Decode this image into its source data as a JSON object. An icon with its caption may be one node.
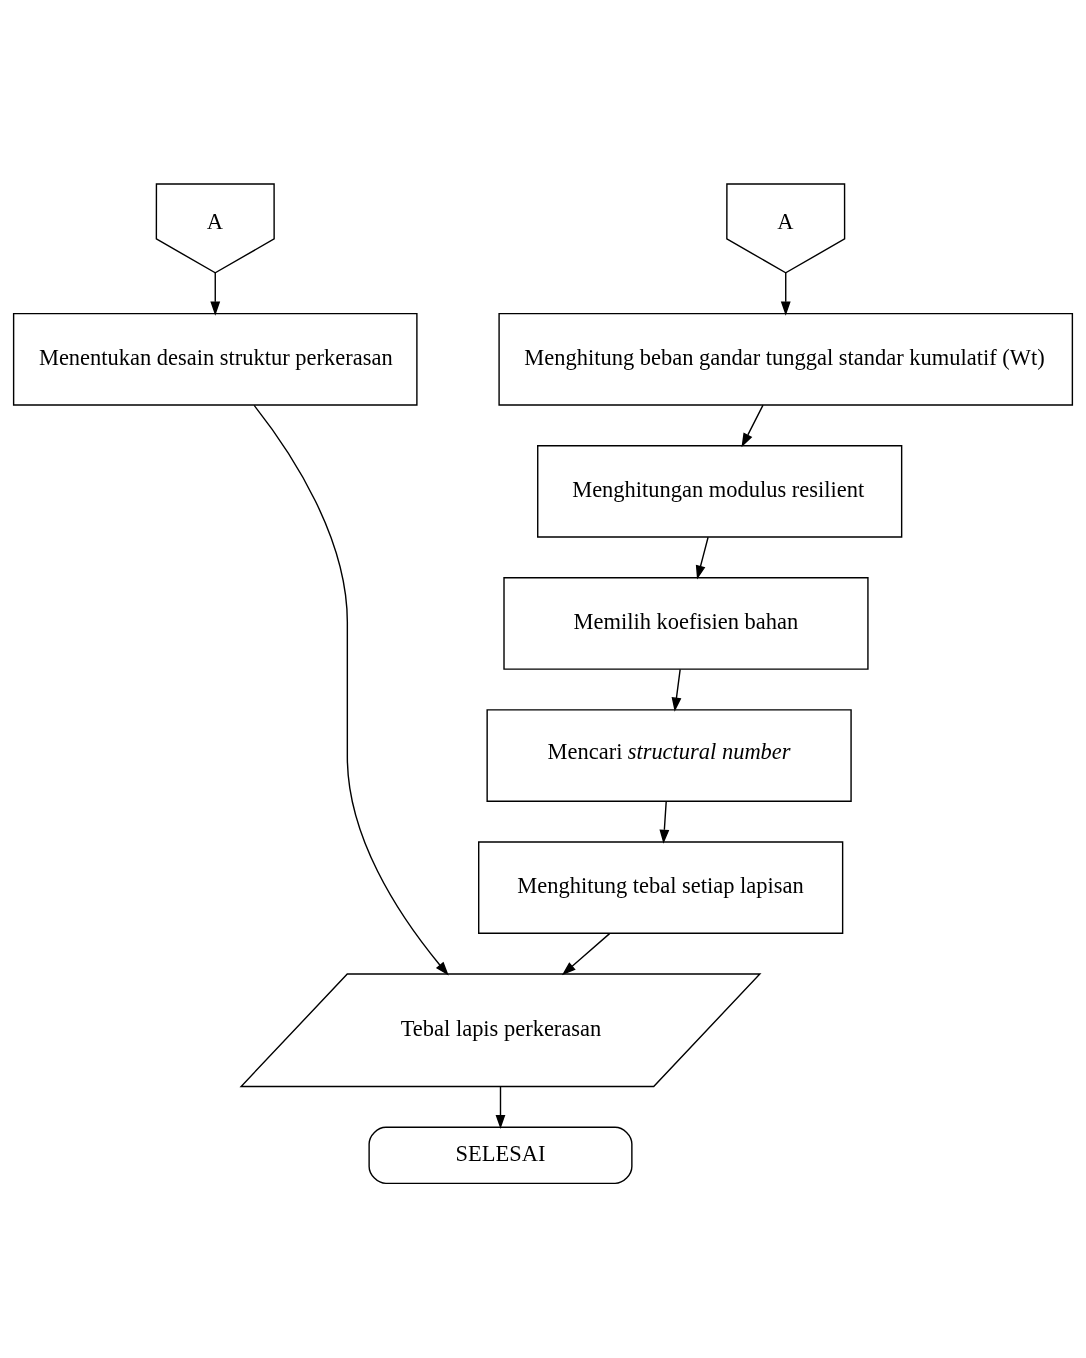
{
  "diagram": {
    "nodes": [
      {
        "text": [
          "A"
        ]
      },
      {
        "text": [
          "A"
        ]
      },
      {
        "text": [
          "Menentukan desain struktur perkerasan"
        ]
      },
      {
        "text": [
          "Menghitung beban gandar tunggal standar kumulatif (Wt)"
        ]
      },
      {
        "text": [
          "Menghitungan modulus resilient"
        ]
      },
      {
        "text": [
          "Memilih koefisien bahan"
        ]
      },
      {
        "text": [
          "Mencari *structural number*"
        ]
      },
      {
        "text": [
          "Menghitung tebal setiap lapisan"
        ]
      },
      {
        "text": [
          "Tebal lapis perkerasan"
        ]
      },
      {
        "text": [
          "SELESAI"
        ]
      }
    ],
    "edges": [
      {
        "from": 0,
        "to": 2,
        "arrow": "to"
      },
      {
        "from": 1,
        "to": 3,
        "arrow": "to"
      },
      {
        "from": 3,
        "to": 4,
        "arrow": "to"
      },
      {
        "from": 4,
        "to": 5,
        "arrow": "to"
      },
      {
        "from": 5,
        "to": 6,
        "arrow": "to"
      },
      {
        "from": 6,
        "to": 7,
        "arrow": "to"
      },
      {
        "from": 2,
        "to": 8,
        "arrow": "to"
      },
      {
        "from": 7,
        "to": 8,
        "arrow": "to"
      },
      {
        "from": 8,
        "to": 9,
        "arrow": "to"
      }
    ]
  }
}
